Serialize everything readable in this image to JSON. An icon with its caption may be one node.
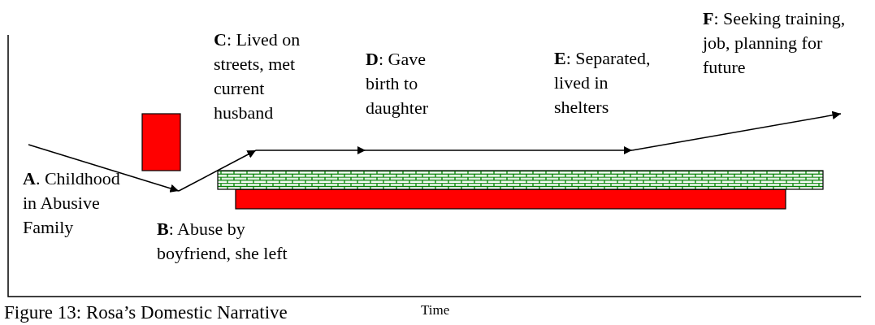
{
  "diagram": {
    "caption": "Figure 13: Rosa’s Domestic Narrative",
    "labels": [
      "**F**: Seeking training, job, planning for future",
      "**C**: Lived on streets, met current husband",
      "**D**: Gave birth to daughter",
      "**E**: Separated, lived in shelters",
      "**A**. Childhood in Abusive Family",
      "**B**: Abuse by boyfriend, she left",
      "Time"
    ]
  }
}
